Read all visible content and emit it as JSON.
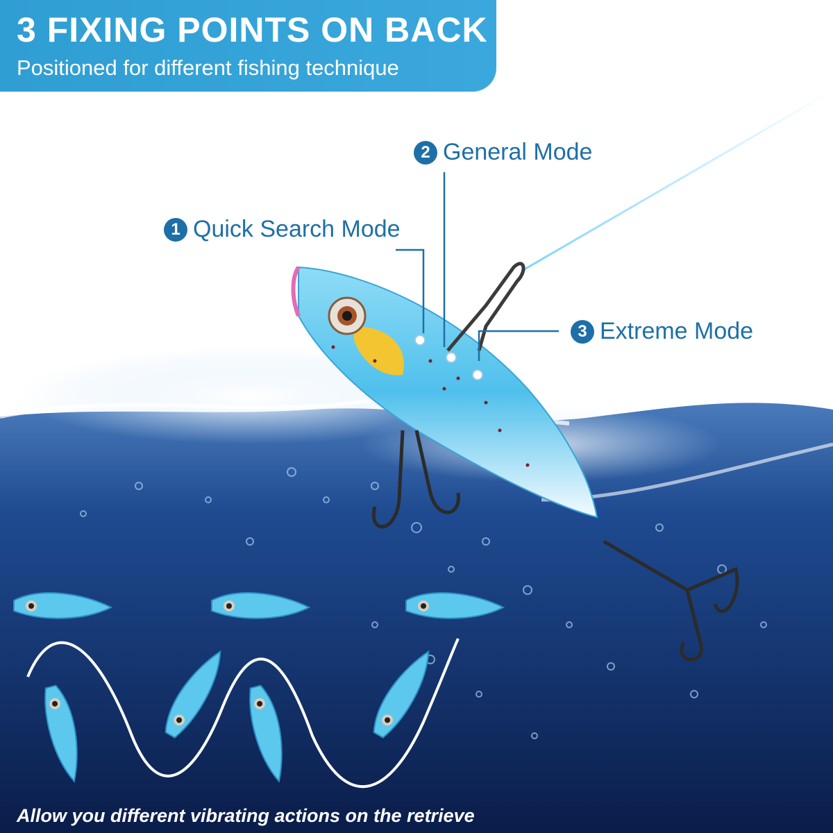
{
  "header": {
    "title": "3 FIXING POINTS ON BACK",
    "subtitle": "Positioned for different fishing technique"
  },
  "modes": [
    {
      "number": "1",
      "label": "Quick Search Mode"
    },
    {
      "number": "2",
      "label": "General Mode"
    },
    {
      "number": "3",
      "label": "Extreme Mode"
    }
  ],
  "footer": {
    "caption": "Allow you different vibrating actions on the retrieve"
  },
  "colors": {
    "banner": "#2f9ed3",
    "label_text": "#1e6fa8",
    "water_top": "#3a67a8",
    "water_deep": "#0c1f4c",
    "lure_body": "#5cc8ee"
  }
}
